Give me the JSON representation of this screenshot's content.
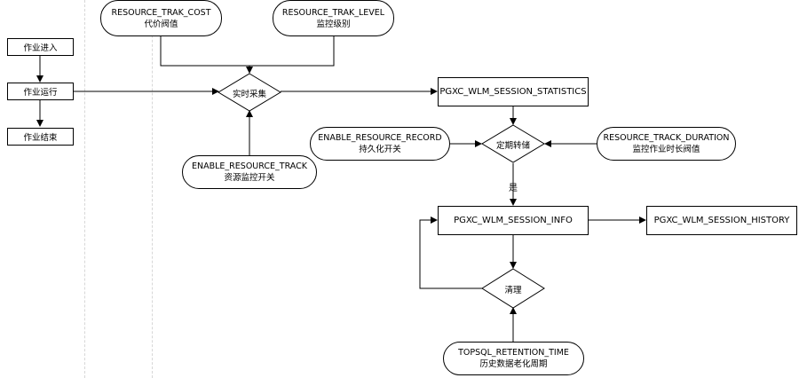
{
  "timeline": {
    "job_enter": "作业进入",
    "job_run": "作业运行",
    "job_end": "作业结束"
  },
  "params": {
    "track_cost": {
      "name": "RESOURCE_TRAK_COST",
      "desc": "代价阀值"
    },
    "track_level": {
      "name": "RESOURCE_TRAK_LEVEL",
      "desc": "监控级别"
    },
    "enable_track": {
      "name": "ENABLE_RESOURCE_TRACK",
      "desc": "资源监控开关"
    },
    "enable_record": {
      "name": "ENABLE_RESOURCE_RECORD",
      "desc": "持久化开关"
    },
    "track_duration": {
      "name": "RESOURCE_TRACK_DURATION",
      "desc": "监控作业时长阀值"
    },
    "retention_time": {
      "name": "TOPSQL_RETENTION_TIME",
      "desc": "历史数据老化周期"
    }
  },
  "decisions": {
    "realtime": "实时采集",
    "periodic": "定期转储",
    "cleanup": "清理"
  },
  "tables": {
    "statistics": "PGXC_WLM_SESSION_STATISTICS",
    "info": "PGXC_WLM_SESSION_INFO",
    "history": "PGXC_WLM_SESSION_HISTORY"
  },
  "edge_labels": {
    "yes": "是"
  }
}
